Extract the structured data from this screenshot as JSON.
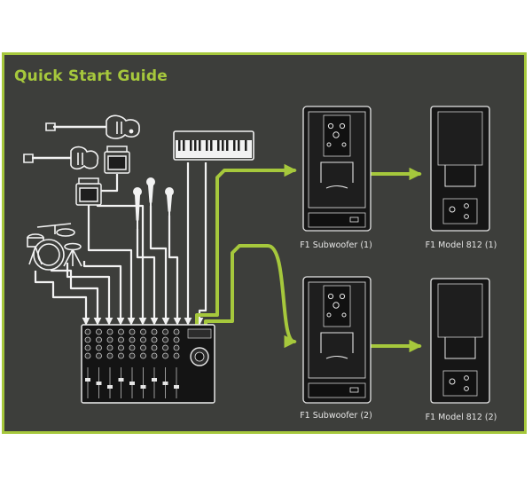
{
  "title": "Quick Start Guide",
  "colors": {
    "accent": "#a6c83c",
    "panel_background": "#3d3e3b",
    "line_art": "#f2f2f2",
    "equipment": "#1e1e1e"
  },
  "devices": {
    "subwoofer_1": "F1 Subwoofer (1)",
    "model_812_1": "F1 Model 812 (1)",
    "subwoofer_2": "F1 Subwoofer (2)",
    "model_812_2": "F1 Model 812 (2)"
  },
  "sources": {
    "instruments": [
      "bass-guitar-icon",
      "electric-guitar-icon",
      "guitar-amp-icon",
      "guitar-amp-icon",
      "keyboard-icon",
      "drum-kit-icon"
    ],
    "microphones": [
      "microphone-icon",
      "microphone-icon",
      "microphone-icon"
    ]
  },
  "mixer_icon": "mixing-console-icon"
}
